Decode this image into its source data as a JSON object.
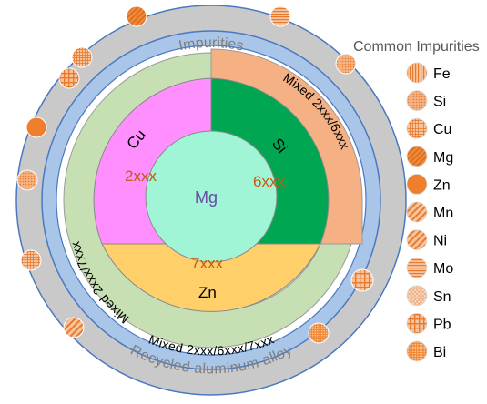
{
  "outer_ring": {
    "top_label": "Impurities",
    "bottom_label": "Recycled aluminum alloy"
  },
  "mixed_rings": {
    "right": "Mixed 2xxx/6xxx",
    "left": "Mixed 2xxx/7xxx",
    "bottom": "Mixed 2xxx/6xxx/7xxx"
  },
  "sectors": {
    "cu": {
      "element": "Cu",
      "series": "2xxx"
    },
    "si": {
      "element": "Si",
      "series": "6xxx"
    },
    "zn": {
      "element": "Zn",
      "series": "7xxx"
    }
  },
  "core": {
    "element": "Mg"
  },
  "legend": {
    "title": "Common Impurities",
    "items": [
      {
        "label": "Fe",
        "pattern": "vertical-lines"
      },
      {
        "label": "Si",
        "pattern": "dots"
      },
      {
        "label": "Cu",
        "pattern": "small-grid"
      },
      {
        "label": "Mg",
        "pattern": "diagonal-lines"
      },
      {
        "label": "Zn",
        "pattern": "solid"
      },
      {
        "label": "Mn",
        "pattern": "wide-diagonal"
      },
      {
        "label": "Ni",
        "pattern": "wide-diagonal"
      },
      {
        "label": "Mo",
        "pattern": "horizontal-lines"
      },
      {
        "label": "Sn",
        "pattern": "light-crosshatch"
      },
      {
        "label": "Pb",
        "pattern": "large-grid"
      },
      {
        "label": "Bi",
        "pattern": "dense-dots"
      }
    ]
  },
  "colors": {
    "outer_ring": "#c9c9c9",
    "blue_ring": "#a9c5e8",
    "border": "#4a78c2",
    "mixed_2_6": "#f5b183",
    "mixed_2_7": "#c6e0b4",
    "cu_sector": "#ff8fff",
    "si_sector": "#00a651",
    "zn_sector": "#ffd06a",
    "core": "#9ff5d6",
    "impurity": "#f08a38",
    "series_text": "#c55a11",
    "mg_text": "#6a4ba7"
  }
}
